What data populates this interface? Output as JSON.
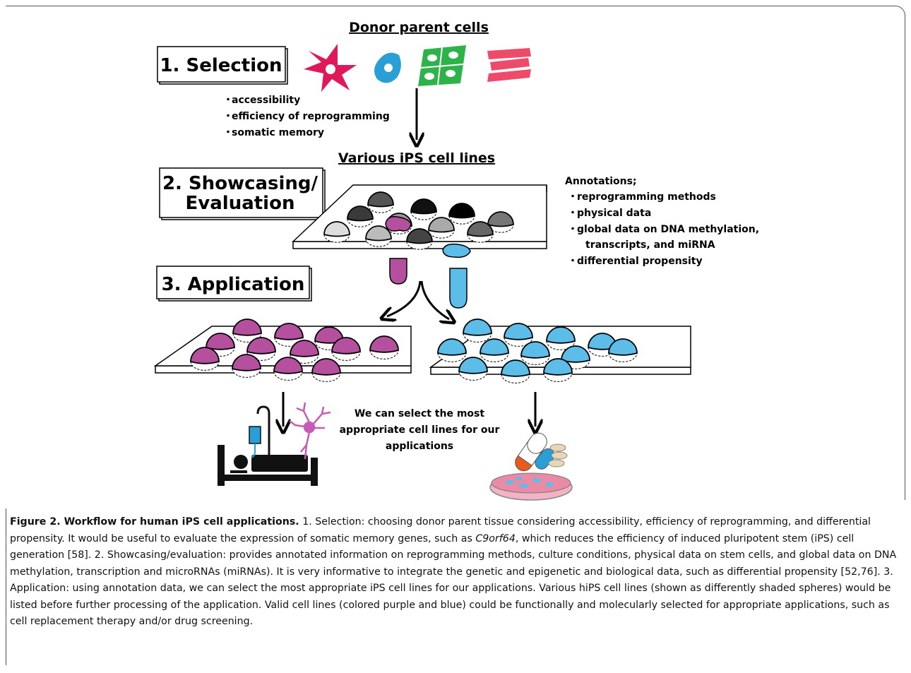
{
  "diagram": {
    "heading_donor": "Donor parent cells",
    "heading_ips": "Various iPS cell lines",
    "step1": "1. Selection",
    "step2_line1": "2. Showcasing/",
    "step2_line2": "Evaluation",
    "step3": "3. Application",
    "selection_criteria": [
      "accessibility",
      "efficiency of reprogramming",
      "somatic memory"
    ],
    "annotations_title": "Annotations;",
    "annotations": [
      "reprogramming methods",
      "physical data",
      "global data on DNA methylation,",
      "transcripts, and miRNA",
      "differential propensity"
    ],
    "center_note": [
      "We can select the most",
      "appropriate cell lines for our",
      "applications"
    ],
    "colors": {
      "purple": "#b5509e",
      "blue": "#5cbde8",
      "red_cell": "#e0195a",
      "green_cell": "#2db34a",
      "pink_cell": "#ee4a6a",
      "neuron": "#c75bb8"
    }
  },
  "caption": {
    "title": "Figure 2. Workflow for human iPS cell applications.",
    "text_before_italic": " 1. Selection: choosing donor parent tissue considering accessibility, efficiency of reprogramming, and differential propensity. It would be useful to evaluate the expression of somatic memory genes, such as ",
    "italic": "C9orf64",
    "text_after_italic": ", which reduces the efficiency of induced pluripotent stem (iPS) cell generation [58]. 2. Showcasing/evaluation: provides annotated information on reprogramming methods, culture conditions, physical data on stem cells, and global data on DNA methylation, transcription and microRNAs (miRNAs). It is very informative to integrate the genetic and epigenetic and biological data, such as differential propensity [52,76]. 3. Application: using annotation data, we can select the most appropriate iPS cell lines for our applications. Various hiPS cell lines (shown as differently shaded spheres) would be listed before further processing of the application. Valid cell lines (colored purple and blue) could be functionally and molecularly selected for appropriate applications, such as cell replacement therapy and/or drug screening."
  }
}
